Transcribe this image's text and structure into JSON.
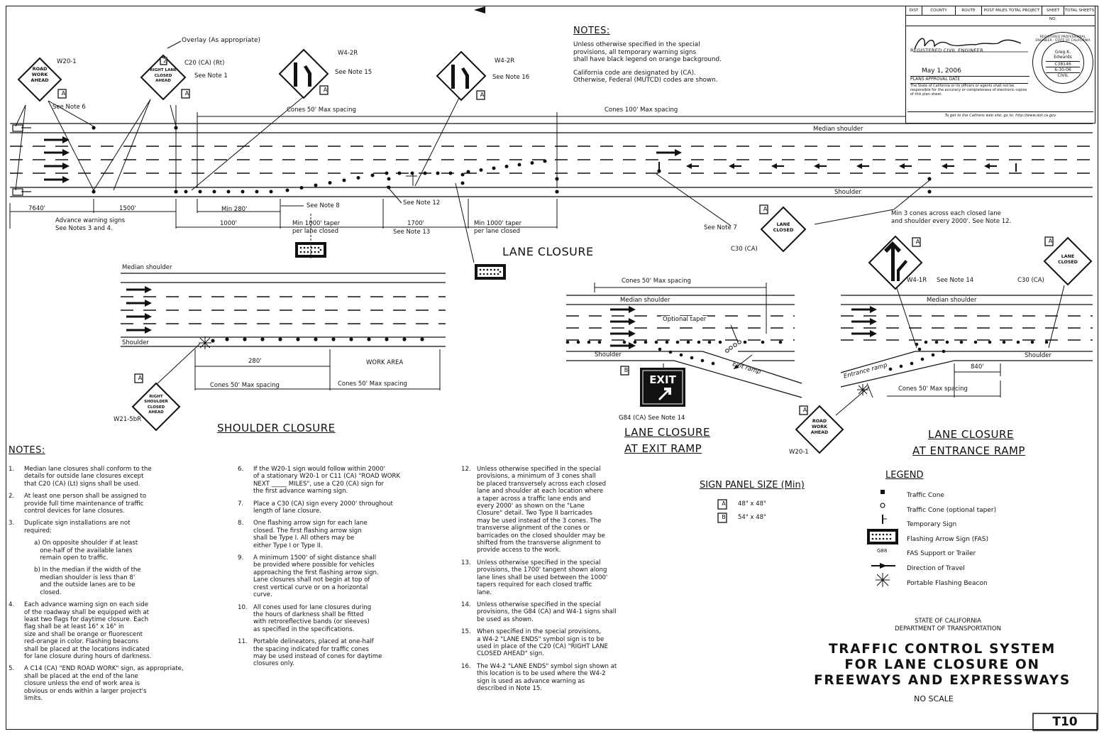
{
  "title_block": {
    "headers": [
      "DIST",
      "COUNTY",
      "ROUTE",
      "POST MILES TOTAL PROJECT",
      "SHEET NO.",
      "TOTAL SHEETS"
    ],
    "engineer_label": "REGISTERED CIVIL ENGINEER",
    "date": "May 1, 2006",
    "date_label": "PLANS APPROVAL DATE",
    "disclaimer": "The State of California or its officers or agents shall not be responsible for the accuracy or completeness of electronic copies of this plan sheet.",
    "url_note": "To get to the Caltrans web site, go to: http://www.dot.ca.gov",
    "seal": {
      "name": "Greg K. Edwards",
      "number": "C38146",
      "exp": "6-30-06",
      "discipline": "CIVIL",
      "ring": "REGISTERED PROFESSIONAL ENGINEER · STATE OF CALIFORNIA"
    }
  },
  "top_notes": {
    "heading": "NOTES:",
    "lines": [
      "Unless otherwise specified in the special",
      "provisions, all temporary warning signs",
      "shall have black legend on orange background.",
      "",
      "California code are designated by (CA).",
      "Otherwise, Federal (MUTCD) codes are shown."
    ]
  },
  "lane_closure": {
    "title": "LANE CLOSURE",
    "sign_overlay": "Overlay (As appropriate)",
    "sign_w20": {
      "code": "W20-1",
      "text": [
        "ROAD",
        "WORK",
        "AHEAD"
      ],
      "note": "See Note 6"
    },
    "sign_c20": {
      "code": "C20 (CA) (Rt)",
      "text": [
        "RIGHT LANE",
        "CLOSED",
        "AHEAD"
      ],
      "note": "See Note 1",
      "plate": "2"
    },
    "sign_w42a": {
      "code": "W4-2R",
      "note": "See Note 15"
    },
    "sign_w42b": {
      "code": "W4-2R",
      "note": "See Note 16"
    },
    "sign_c30": {
      "code": "C30 (CA)",
      "text": [
        "LANE",
        "CLOSED"
      ],
      "note": "See Note 7"
    },
    "plate_a": "A",
    "cones_50": "Cones 50' Max spacing",
    "cones_100": "Cones 100' Max spacing",
    "median_shoulder": "Median shoulder",
    "shoulder": "Shoulder",
    "dim_7640": "7640'",
    "dim_1500": "1500'",
    "dim_min280": "Min 280'",
    "dim_1000": "1000'",
    "dim_1700": "1700'",
    "advance_warning": "Advance warning signs",
    "advance_warning_note": "See Notes 3 and 4.",
    "see_note_8": "See Note 8",
    "see_note_12": "See Note 12",
    "see_note_13": "See Note 13",
    "taper_1": "Min 1000' taper",
    "taper_2": "per lane closed",
    "min3_cones_1": "Min 3 cones across each closed lane",
    "min3_cones_2": "and shoulder every 2000'. See Note 12."
  },
  "shoulder_closure": {
    "title": "SHOULDER CLOSURE",
    "median_shoulder": "Median shoulder",
    "shoulder": "Shoulder",
    "dim_280": "280'",
    "work_area": "WORK AREA",
    "cones_50a": "Cones 50' Max spacing",
    "cones_50b": "Cones 50' Max spacing",
    "sign": {
      "code": "W21-5bR",
      "text": [
        "RIGHT",
        "SHOULDER",
        "CLOSED",
        "AHEAD"
      ],
      "plate": "A"
    }
  },
  "exit_ramp": {
    "title_1": "LANE CLOSURE",
    "title_2": "AT EXIT RAMP",
    "cones": "Cones 50' Max spacing",
    "median_shoulder": "Median shoulder",
    "optional_taper": "Optional taper",
    "shoulder": "Shoulder",
    "exit_ramp": "Exit ramp",
    "exit_sign": "EXIT",
    "exit_plate": "B",
    "exit_code": "G84 (CA) See Note 14"
  },
  "entrance_ramp": {
    "title_1": "LANE CLOSURE",
    "title_2": "AT ENTRANCE RAMP",
    "sign_w41": {
      "code": "W4-1R",
      "note": "See Note 14"
    },
    "sign_c30": {
      "code": "C30 (CA)",
      "text": [
        "LANE",
        "CLOSED"
      ]
    },
    "median_shoulder": "Median shoulder",
    "shoulder": "Shoulder",
    "entrance_ramp": "Entrance ramp",
    "dim_840": "840'",
    "cones": "Cones 50' Max spacing",
    "sign_w20": {
      "code": "W20-1",
      "text": [
        "ROAD",
        "WORK",
        "AHEAD"
      ]
    }
  },
  "sign_panel": {
    "heading": "SIGN PANEL SIZE (Min)",
    "rows": [
      {
        "plate": "A",
        "size": "48\" x 48\""
      },
      {
        "plate": "B",
        "size": "54\" x 48\""
      }
    ]
  },
  "legend": {
    "heading": "LEGEND",
    "items": [
      {
        "icon": "traffic-cone-icon",
        "label": "Traffic Cone"
      },
      {
        "icon": "optional-cone-icon",
        "label": "Traffic Cone (optional taper)"
      },
      {
        "icon": "temporary-sign-icon",
        "label": "Temporary Sign"
      },
      {
        "icon": "flashing-arrow-sign-icon",
        "label": "Flashing Arrow Sign (FAS)"
      },
      {
        "icon": "fas-support-icon",
        "label": "FAS Support or Trailer",
        "glyph": "G88"
      },
      {
        "icon": "direction-arrow-icon",
        "label": "Direction of Travel"
      },
      {
        "icon": "flashing-beacon-icon",
        "label": "Portable Flashing Beacon"
      }
    ]
  },
  "notes": {
    "heading": "NOTES:",
    "col1": [
      {
        "n": "1.",
        "lines": [
          "Median lane closures shall conform to the",
          "details for outside lane closures except",
          "that C20 (CA) (Lt) signs shall be used."
        ]
      },
      {
        "n": "2.",
        "lines": [
          "At least one person shall be assigned to",
          "provide full time maintenance of traffic",
          "control devices for lane closures."
        ]
      },
      {
        "n": "3.",
        "lines": [
          "Duplicate sign installations are not",
          "required:"
        ]
      },
      {
        "n": "",
        "lines": [
          "a) On opposite shoulder if at least",
          "   one-half of the available lanes",
          "   remain open to traffic."
        ]
      },
      {
        "n": "",
        "lines": [
          "b) In the median if the width of the",
          "   median shoulder is less than 8'",
          "   and the outside lanes are to be",
          "   closed."
        ]
      },
      {
        "n": "4.",
        "lines": [
          "Each advance warning sign on each side",
          "of the roadway shall be equipped with at",
          "least two flags for daytime closure. Each",
          "flag shall be at least 16\" x 16\" in",
          "size and shall be orange or fluorescent",
          "red-orange in color. Flashing beacons",
          "shall be placed at the locations indicated",
          "for lane closure during hours of darkness."
        ]
      },
      {
        "n": "5.",
        "lines": [
          "A C14 (CA) \"END ROAD WORK\" sign, as appropriate,",
          "shall be placed at the end of the lane",
          "closure unless the end of work area is",
          "obvious or ends within a larger project's",
          "limits."
        ]
      }
    ],
    "col2": [
      {
        "n": "6.",
        "lines": [
          "If the W20-1 sign would follow within 2000'",
          "of a stationary W20-1 or C11 (CA) \"ROAD WORK",
          "NEXT _____ MILES\", use a C20 (CA) sign for",
          "the first advance warning sign."
        ]
      },
      {
        "n": "7.",
        "lines": [
          "Place a C30 (CA) sign every 2000' throughout",
          "length of lane closure."
        ]
      },
      {
        "n": "8.",
        "lines": [
          "One flashing arrow sign for each lane",
          "closed. The first flashing arrow sign",
          "shall be Type I. All others may be",
          "either Type I or Type II."
        ]
      },
      {
        "n": "9.",
        "lines": [
          "A minimum 1500' of sight distance shall",
          "be provided where possible for vehicles",
          "approaching the first flashing arrow sign.",
          "Lane closures shall not begin at top of",
          "crest vertical curve or on a horizontal",
          "curve."
        ]
      },
      {
        "n": "10.",
        "lines": [
          "All cones used for lane closures during",
          "the hours of darkness shall be fitted",
          "with retroreflective bands (or sleeves)",
          "as specified in the specifications."
        ]
      },
      {
        "n": "11.",
        "lines": [
          "Portable delineators, placed at one-half",
          "the spacing indicated for traffic cones",
          "may be used instead of cones for daytime",
          "closures only."
        ]
      }
    ],
    "col3": [
      {
        "n": "12.",
        "lines": [
          "Unless otherwise specified in the special",
          "provisions, a minimum of 3 cones shall",
          "be placed transversely across each closed",
          "lane and shoulder at each location where",
          "a taper across a traffic lane ends and",
          "every 2000' as shown on the \"Lane",
          "Closure\" detail. Two Type II barricades",
          "may be used instead of the 3 cones. The",
          "transverse alignment of the cones or",
          "barricades on the closed shoulder may be",
          "shifted from the transverse alignment to",
          "provide access to the work."
        ]
      },
      {
        "n": "13.",
        "lines": [
          "Unless otherwise specified in the special",
          "provisions, the 1700' tangent shown along",
          "lane lines shall be used between the 1000'",
          "tapers required for each closed traffic",
          "lane."
        ]
      },
      {
        "n": "14.",
        "lines": [
          "Unless otherwise specified in the special",
          "provisions, the G84 (CA) and W4-1 signs shall",
          "be used as shown."
        ]
      },
      {
        "n": "15.",
        "lines": [
          "When specified in the special provisions,",
          "a W4-2 \"LANE ENDS\" symbol sign is to be",
          "used in place of the C20 (CA) \"RIGHT LANE",
          "CLOSED AHEAD\" sign."
        ]
      },
      {
        "n": "16.",
        "lines": [
          "The W4-2 \"LANE ENDS\" symbol sign shown at",
          "this location is to be used where the W4-2",
          "sign is used as advance warning as",
          "described in Note 15."
        ]
      }
    ]
  },
  "footer": {
    "agency_1": "STATE OF CALIFORNIA",
    "agency_2": "DEPARTMENT OF TRANSPORTATION",
    "title_1": "TRAFFIC CONTROL SYSTEM",
    "title_2": "FOR LANE CLOSURE ON",
    "title_3": "FREEWAYS AND EXPRESSWAYS",
    "scale": "NO SCALE",
    "sheet": "T10"
  }
}
